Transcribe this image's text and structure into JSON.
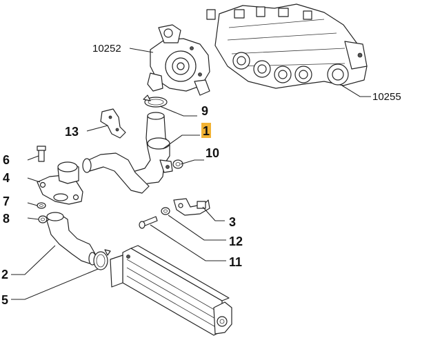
{
  "callouts": {
    "c1": "1",
    "c2": "2",
    "c3": "3",
    "c4": "4",
    "c5": "5",
    "c6": "6",
    "c7": "7",
    "c8": "8",
    "c9": "9",
    "c10": "10",
    "c11": "11",
    "c12": "12",
    "c13": "13",
    "c10252": "10252",
    "c10255": "10255"
  },
  "colors": {
    "highlight": "#f2b233",
    "line": "#222222"
  }
}
